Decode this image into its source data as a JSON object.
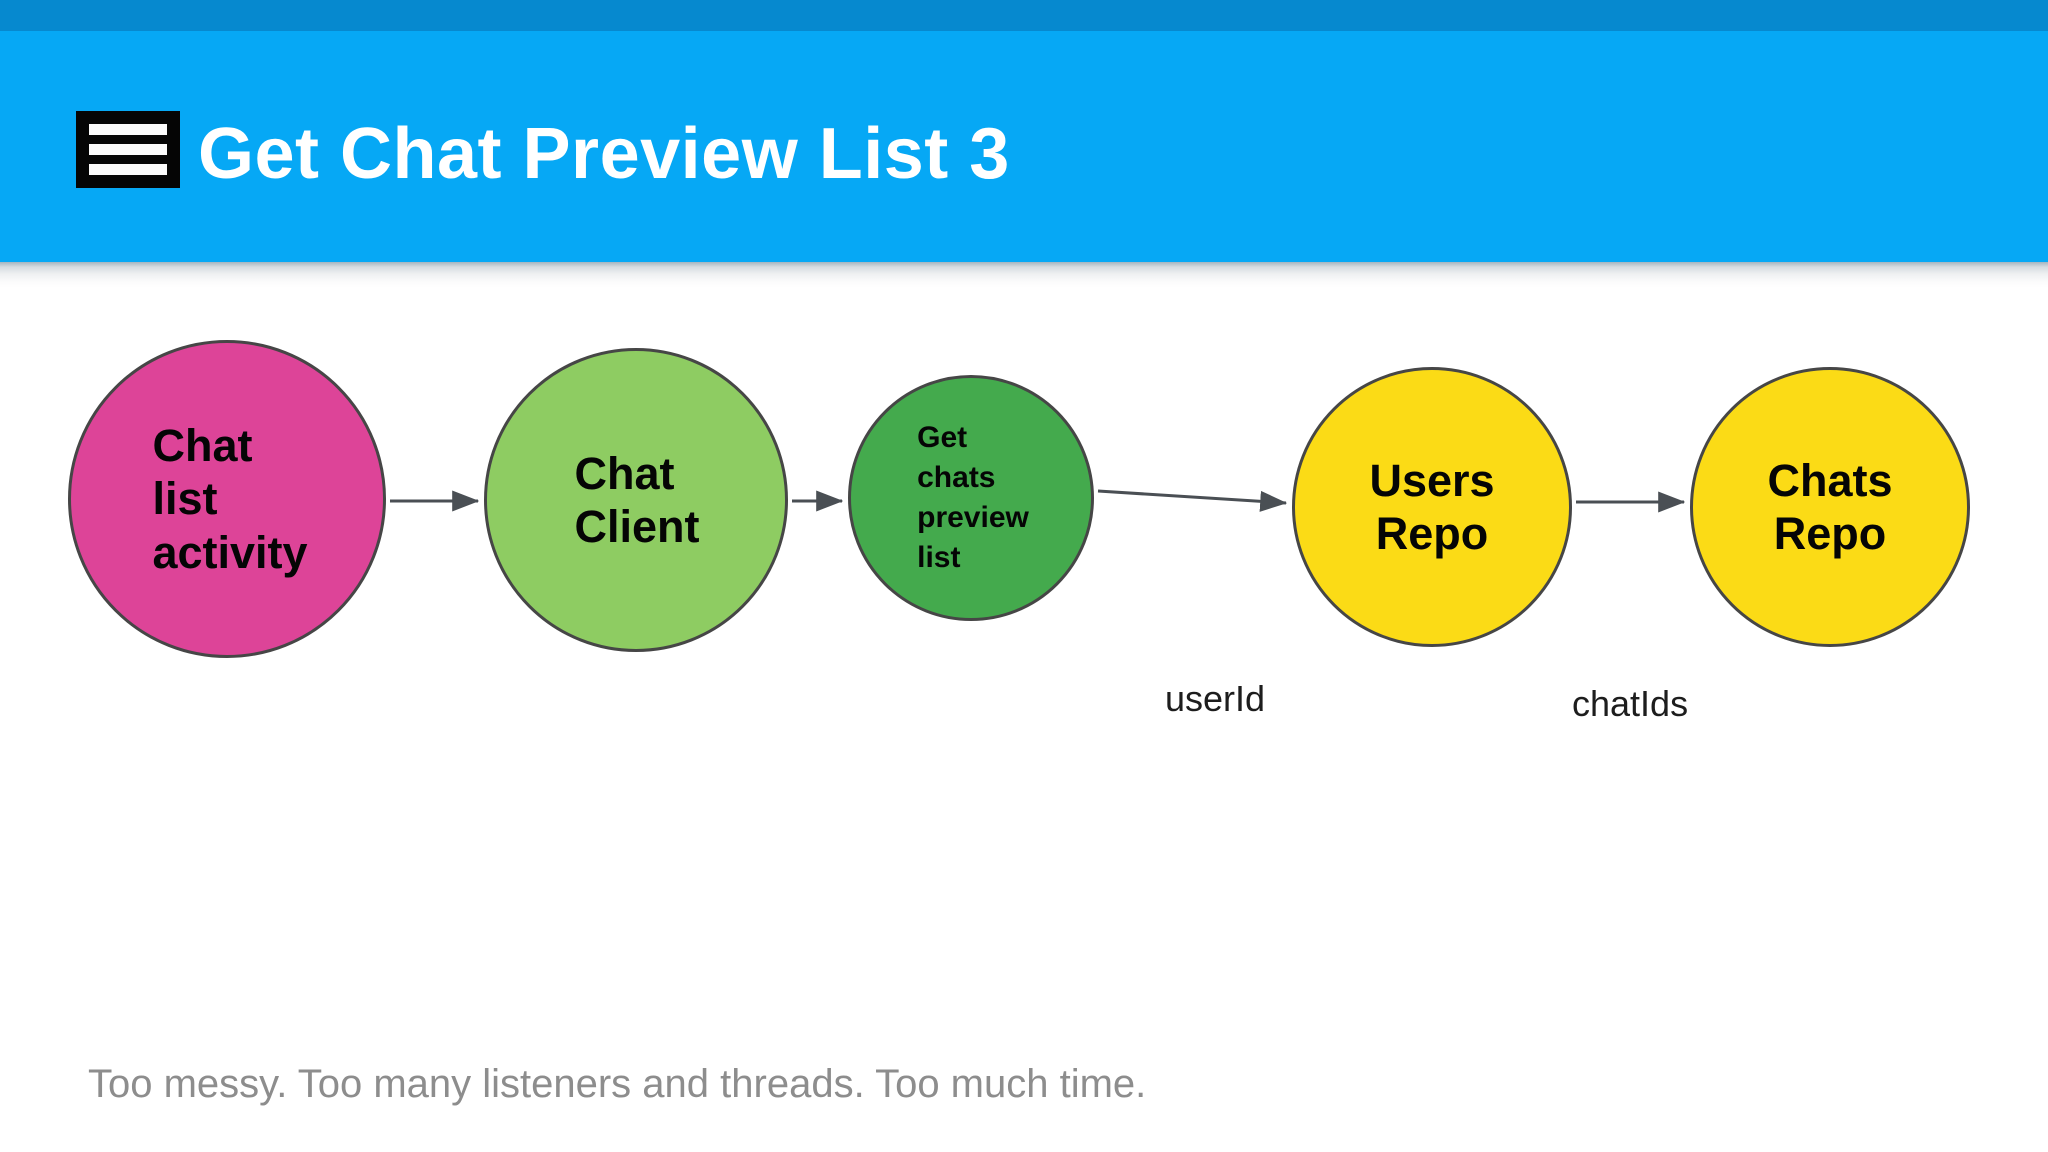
{
  "app": {
    "title": "Get Chat Preview List 3",
    "menu_icon": "hamburger-menu-icon",
    "status_bar_color": "#0689cf",
    "app_bar_color": "#06a8f5",
    "title_color": "#ffffff"
  },
  "diagram": {
    "type": "flow-graph",
    "nodes": [
      {
        "id": "chat-list-activity",
        "label": "Chat\nlist\nactivity",
        "color": "#dd4498",
        "stroke": "#464646",
        "text_color": "#050505"
      },
      {
        "id": "chat-client",
        "label": "Chat\nClient",
        "color": "#8ecc62",
        "stroke": "#464646",
        "text_color": "#050505"
      },
      {
        "id": "get-chats-preview-list",
        "label": "Get\nchats\npreview\nlist",
        "color": "#44aa4d",
        "stroke": "#464646",
        "text_color": "#050505"
      },
      {
        "id": "users-repo",
        "label": "Users\nRepo",
        "color": "#fbdb16",
        "stroke": "#464646",
        "text_color": "#050505"
      },
      {
        "id": "chats-repo",
        "label": "Chats\nRepo",
        "color": "#fbdb16",
        "stroke": "#464646",
        "text_color": "#050505"
      }
    ],
    "edges": [
      {
        "from": "chat-list-activity",
        "to": "chat-client",
        "label": ""
      },
      {
        "from": "chat-client",
        "to": "get-chats-preview-list",
        "label": ""
      },
      {
        "from": "get-chats-preview-list",
        "to": "users-repo",
        "label": "userId"
      },
      {
        "from": "users-repo",
        "to": "chats-repo",
        "label": "chatIds"
      }
    ],
    "edge_color": "#4a4f54"
  },
  "caption": {
    "text": "Too messy. Too many listeners and threads. Too much time.",
    "color": "#8d8d8d"
  }
}
